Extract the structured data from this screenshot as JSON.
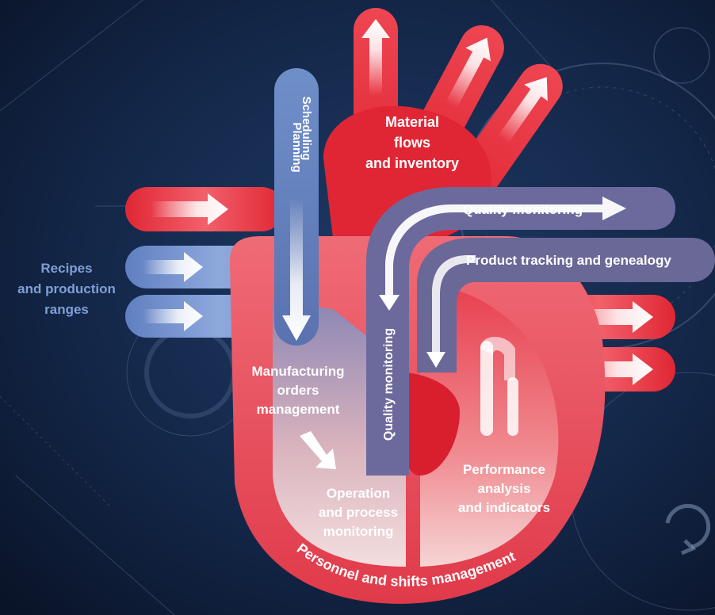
{
  "colors": {
    "background": "#0d1a33",
    "artery_red": "#e02634",
    "heart_pink": "#e85a68",
    "vein_blue": "#6f8fc9",
    "vein_purple": "#6c6a9c",
    "label_white": "#ffffff",
    "label_blue": "#7f9fd6"
  },
  "labels": {
    "planning_scheduling_line1": "Planning",
    "planning_scheduling_line2": "Scheduling",
    "material_flows_line1": "Material",
    "material_flows_line2": "flows",
    "material_flows_line3": "and inventory",
    "recipes_line1": "Recipes",
    "recipes_line2": "and production",
    "recipes_line3": "ranges",
    "quality_monitoring_top": "Quality monitoring",
    "product_tracking": "Product tracking and genealogy",
    "quality_monitoring_vertical": "Quality monitoring",
    "manufacturing_line1": "Manufacturing",
    "manufacturing_line2": "orders",
    "manufacturing_line3": "management",
    "operation_line1": "Operation",
    "operation_line2": "and process",
    "operation_line3": "monitoring",
    "performance_line1": "Performance",
    "performance_line2": "analysis",
    "performance_line3": "and indicators",
    "personnel": "Personnel and shifts management"
  },
  "icons": {
    "refresh": "refresh-icon",
    "arrow": "arrow-icon"
  }
}
